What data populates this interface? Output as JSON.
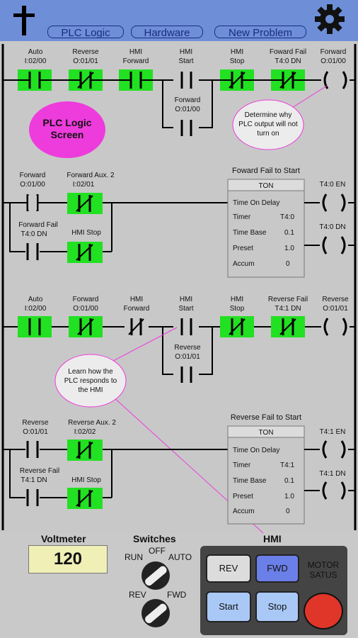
{
  "nav": {
    "plc_logic": "PLC Logic",
    "hardware": "Hardware",
    "new_problem": "New Problem"
  },
  "callouts": {
    "plc_screen": [
      "PLC Logic",
      "Screen"
    ],
    "determine": [
      "Determine why",
      "PLC output will not",
      "turn on"
    ],
    "learn": [
      "Learn how the",
      "PLC responds to",
      "the HMI"
    ]
  },
  "rung1": {
    "auto": [
      "Auto",
      "I:02/00"
    ],
    "reverse": [
      "Reverse",
      "O:01/01"
    ],
    "hmi_forward": [
      "HMI",
      "Forward"
    ],
    "hmi_start": [
      "HMI",
      "Start"
    ],
    "forward_branch": [
      "Forward",
      "O:01/00"
    ],
    "hmi_stop": [
      "HMI",
      "Stop"
    ],
    "forward_fail": [
      "Foward Fail",
      "T4:0 DN"
    ],
    "forward_out": [
      "Forward",
      "O:01/00"
    ]
  },
  "rung2": {
    "title": "Foward Fail to Start",
    "forward": [
      "Forward",
      "O:01/00"
    ],
    "forward_aux": [
      "Forward Aux. 2",
      "I:02/01"
    ],
    "forward_fail": [
      "Forward Fail",
      "T4:0 DN"
    ],
    "hmi_stop": "HMI Stop",
    "ton": "TON",
    "rows": [
      {
        "k": "Time On Delay",
        "v": ""
      },
      {
        "k": "Timer",
        "v": "T4:0"
      },
      {
        "k": "Time Base",
        "v": "0.1"
      },
      {
        "k": "Preset",
        "v": "1.0"
      },
      {
        "k": "Accum",
        "v": "0"
      }
    ],
    "en": "T4:0 EN",
    "dn": "T4:0 DN"
  },
  "rung3": {
    "auto": [
      "Auto",
      "I:02/00"
    ],
    "forward": [
      "Forward",
      "O:01/00"
    ],
    "hmi_forward": [
      "HMI",
      "Forward"
    ],
    "hmi_start": [
      "HMI",
      "Start"
    ],
    "reverse_branch": [
      "Reverse",
      "O:01/01"
    ],
    "hmi_stop": [
      "HMI",
      "Stop"
    ],
    "reverse_fail": [
      "Reverse Fail",
      "T4:1 DN"
    ],
    "reverse_out": [
      "Reverse",
      "O:01/01"
    ]
  },
  "rung4": {
    "title": "Reverse Fail to Start",
    "reverse": [
      "Reverse",
      "O:01/01"
    ],
    "reverse_aux": [
      "Reverse Aux. 2",
      "I:02/02"
    ],
    "reverse_fail": [
      "Reverse Fail",
      "T4:1 DN"
    ],
    "hmi_stop": "HMI Stop",
    "ton": "TON",
    "rows": [
      {
        "k": "Time On Delay",
        "v": ""
      },
      {
        "k": "Timer",
        "v": "T4:1"
      },
      {
        "k": "Time Base",
        "v": "0.1"
      },
      {
        "k": "Preset",
        "v": "1.0"
      },
      {
        "k": "Accum",
        "v": "0"
      }
    ],
    "en": "T4:1 EN",
    "dn": "T4:1 DN"
  },
  "voltmeter": {
    "title": "Voltmeter",
    "value": "120"
  },
  "switches": {
    "title": "Switches",
    "off": "OFF",
    "run": "RUN",
    "auto": "AUTO",
    "rev": "REV",
    "fwd": "FWD"
  },
  "hmi": {
    "title": "HMI",
    "rev": "REV",
    "fwd": "FWD",
    "start": "Start",
    "stop": "Stop",
    "motor_status": [
      "MOTOR",
      "SATUS"
    ]
  },
  "colors": {
    "energized": "#22e022",
    "topbar": "#6e8fd8",
    "callout_plc": "#ee3bdc",
    "callout": "#ececec",
    "fwd_button": "#6b7fe8",
    "start_stop": "#a9c8f5",
    "motor_lamp": "#e0362a"
  }
}
